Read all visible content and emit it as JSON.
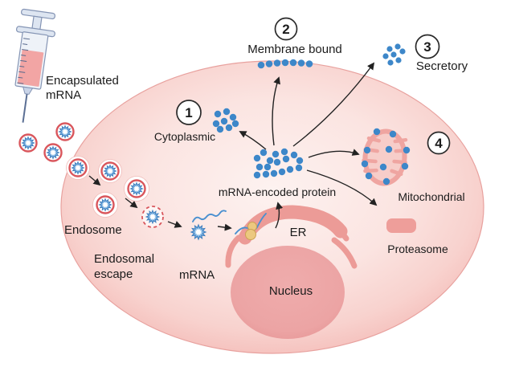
{
  "injection": {
    "label_line1": "Encapsulated",
    "label_line2": "mRNA"
  },
  "pathway": {
    "endosome": "Endosome",
    "endosomal_escape_line1": "Endosomal",
    "endosomal_escape_line2": "escape",
    "mrna": "mRNA",
    "er": "ER",
    "nucleus": "Nucleus",
    "protein": "mRNA-encoded protein",
    "proteasome": "Proteasome"
  },
  "destinations": [
    {
      "number": "1",
      "label": "Cytoplasmic"
    },
    {
      "number": "2",
      "label": "Membrane bound"
    },
    {
      "number": "3",
      "label": "Secretory"
    },
    {
      "number": "4",
      "label": "Mitochondrial"
    }
  ],
  "colors": {
    "protein_dot_blue": "#3d87c9",
    "nanoparticle_ring_red": "#d9565c",
    "nanoparticle_core_blue": "#7db3e2",
    "cell_membrane_pink": "#f2b2ae",
    "cell_fill_pink": "#fbe7e4",
    "organelle_pink": "#ec9b97",
    "mitochondria_inner_pink": "#f7cdc9",
    "ribosome_yellow": "#ecc87f"
  }
}
